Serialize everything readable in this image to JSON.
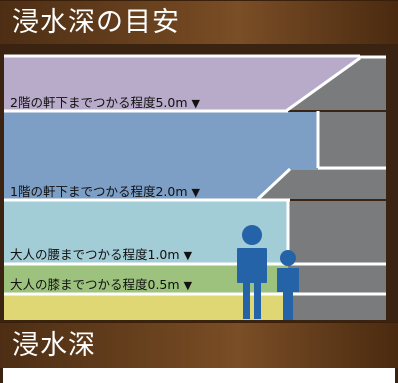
{
  "header": {
    "title": "浸水深の目安"
  },
  "levels": [
    {
      "text": "2階の軒下までつかる程度5.0m",
      "arrow": "▼",
      "color": "#b8abc9"
    },
    {
      "text": "1階の軒下までつかる程度2.0m",
      "arrow": "▼",
      "color": "#7d9fc6"
    },
    {
      "text": "大人の腰までつかる程度1.0m",
      "arrow": "▼",
      "color": "#a2ccd6"
    },
    {
      "text": "大人の膝までつかる程度0.5m",
      "arrow": "▼",
      "color": "#9cc27e"
    }
  ],
  "ground_color": "#dfd774",
  "building_color": "#7a7b7d",
  "figure_color": "#2563a8",
  "section": {
    "title": "浸水深"
  }
}
